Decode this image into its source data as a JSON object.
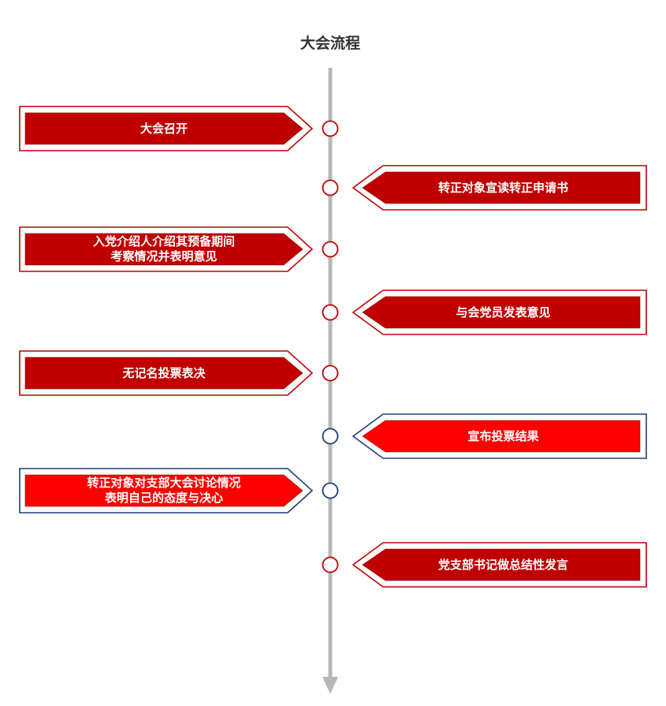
{
  "title": "大会流程",
  "colors": {
    "red_fill": "#c00000",
    "bright_red_fill": "#ff0000",
    "red_border": "#c00000",
    "blue_border": "#1f3d7a",
    "axis": "#b8b8b8"
  },
  "steps": [
    {
      "text": "大会召开",
      "side": "left",
      "theme": "red"
    },
    {
      "text": "转正对象宣读转正申请书",
      "side": "right",
      "theme": "red"
    },
    {
      "text": "入党介绍人介绍其预备期间\n考察情况并表明意见",
      "side": "left",
      "theme": "red"
    },
    {
      "text": "与会党员发表意见",
      "side": "right",
      "theme": "red"
    },
    {
      "text": "无记名投票表决",
      "side": "left",
      "theme": "red"
    },
    {
      "text": "宣布投票结果",
      "side": "right",
      "theme": "blue"
    },
    {
      "text": "转正对象对支部大会讨论情况\n表明自己的态度与决心",
      "side": "left",
      "theme": "blue"
    },
    {
      "text": "党支部书记做总结性发言",
      "side": "right",
      "theme": "red"
    }
  ]
}
